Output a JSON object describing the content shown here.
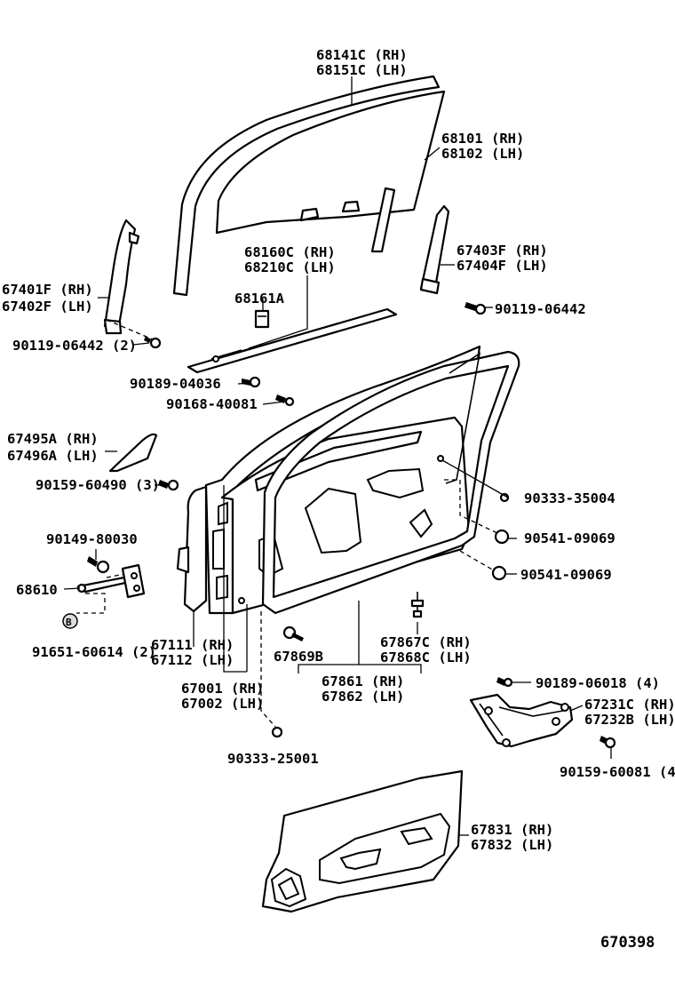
{
  "labels": {
    "l68141": "68141C (RH)",
    "l68151": "68151C (LH)",
    "l68101": "68101 (RH)",
    "l68102": "68102 (LH)",
    "l68160": "68160C (RH)",
    "l68210": "68210C (LH)",
    "l68161": "68161A",
    "l67403": "67403F (RH)",
    "l67404": "67404F (LH)",
    "l67401": "67401F (RH)",
    "l67402": "67402F (LH)",
    "l90119a": "90119-06442",
    "l90119b": "90119-06442 (2)",
    "l90189a": "90189-04036",
    "l90168": "90168-40081",
    "l67495": "67495A (RH)",
    "l67496": "67496A (LH)",
    "l90159a": "90159-60490 (3)",
    "l90333a": "90333-35004",
    "l90541a": "90541-09069",
    "l90541b": "90541-09069",
    "l90149": "90149-80030",
    "l68610": "68610",
    "l91651": "91651-60614 (2)",
    "l67111": "67111 (RH)",
    "l67112": "67112 (LH)",
    "l67869": "67869B",
    "l67867": "67867C (RH)",
    "l67868": "67868C (LH)",
    "l67001": "67001 (RH)",
    "l67002": "67002 (LH)",
    "l67861": "67861 (RH)",
    "l67862": "67862 (LH)",
    "l90189b": "90189-06018 (4)",
    "l67231": "67231C (RH)",
    "l67232": "67232B (LH)",
    "l90159b": "90159-60081 (4)",
    "l90333b": "90333-25001",
    "l67831": "67831 (RH)",
    "l67832": "67832 (LH)",
    "ref": "670398",
    "b_marker": "B"
  }
}
